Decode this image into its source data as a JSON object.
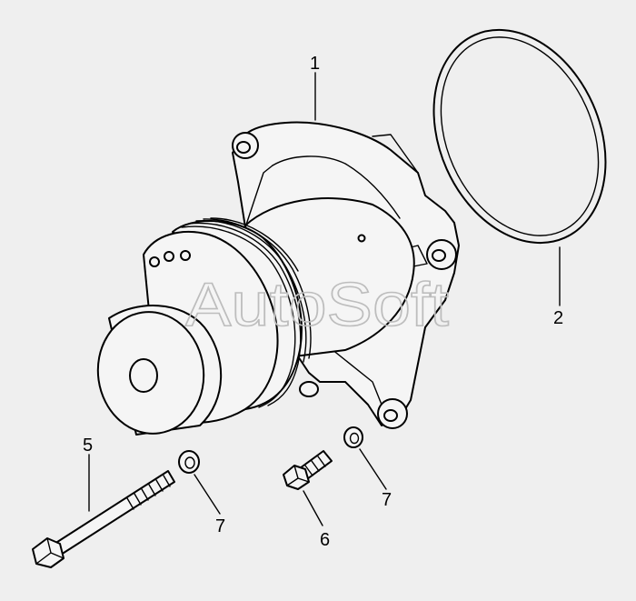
{
  "callouts": [
    {
      "id": "c1",
      "label": "1"
    },
    {
      "id": "c2",
      "label": "2"
    },
    {
      "id": "c5",
      "label": "5"
    },
    {
      "id": "c6",
      "label": "6"
    },
    {
      "id": "c7a",
      "label": "7"
    },
    {
      "id": "c7b",
      "label": "7"
    }
  ],
  "watermark": "AutoSoft"
}
